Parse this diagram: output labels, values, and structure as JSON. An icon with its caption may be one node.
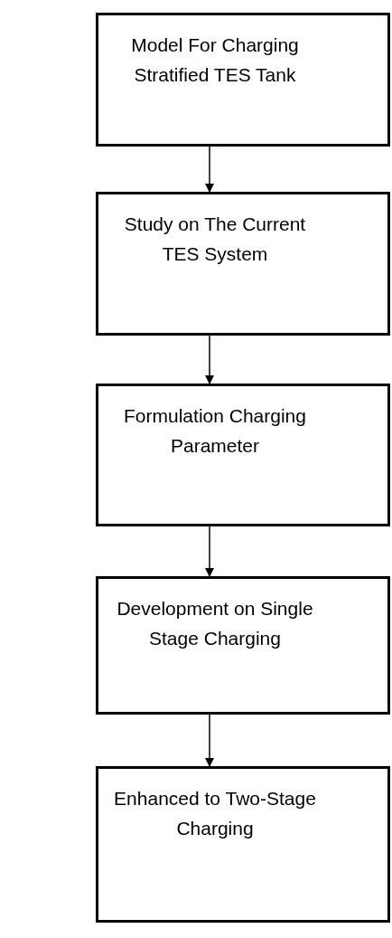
{
  "diagram": {
    "nodes": [
      {
        "text": [
          "Model For Charging Stratified TES Tank"
        ]
      },
      {
        "text": [
          "Study on The Current TES System"
        ]
      },
      {
        "text": [
          "Formulation Charging Parameter"
        ]
      },
      {
        "text": [
          "Development on Single Stage Charging"
        ]
      },
      {
        "text": [
          "Enhanced to Two-Stage Charging"
        ]
      }
    ],
    "edges": [
      {
        "from": 0,
        "to": 1,
        "arrow": "to"
      },
      {
        "from": 1,
        "to": 2,
        "arrow": "to"
      },
      {
        "from": 2,
        "to": 3,
        "arrow": "to"
      },
      {
        "from": 3,
        "to": 4,
        "arrow": "to"
      }
    ]
  }
}
